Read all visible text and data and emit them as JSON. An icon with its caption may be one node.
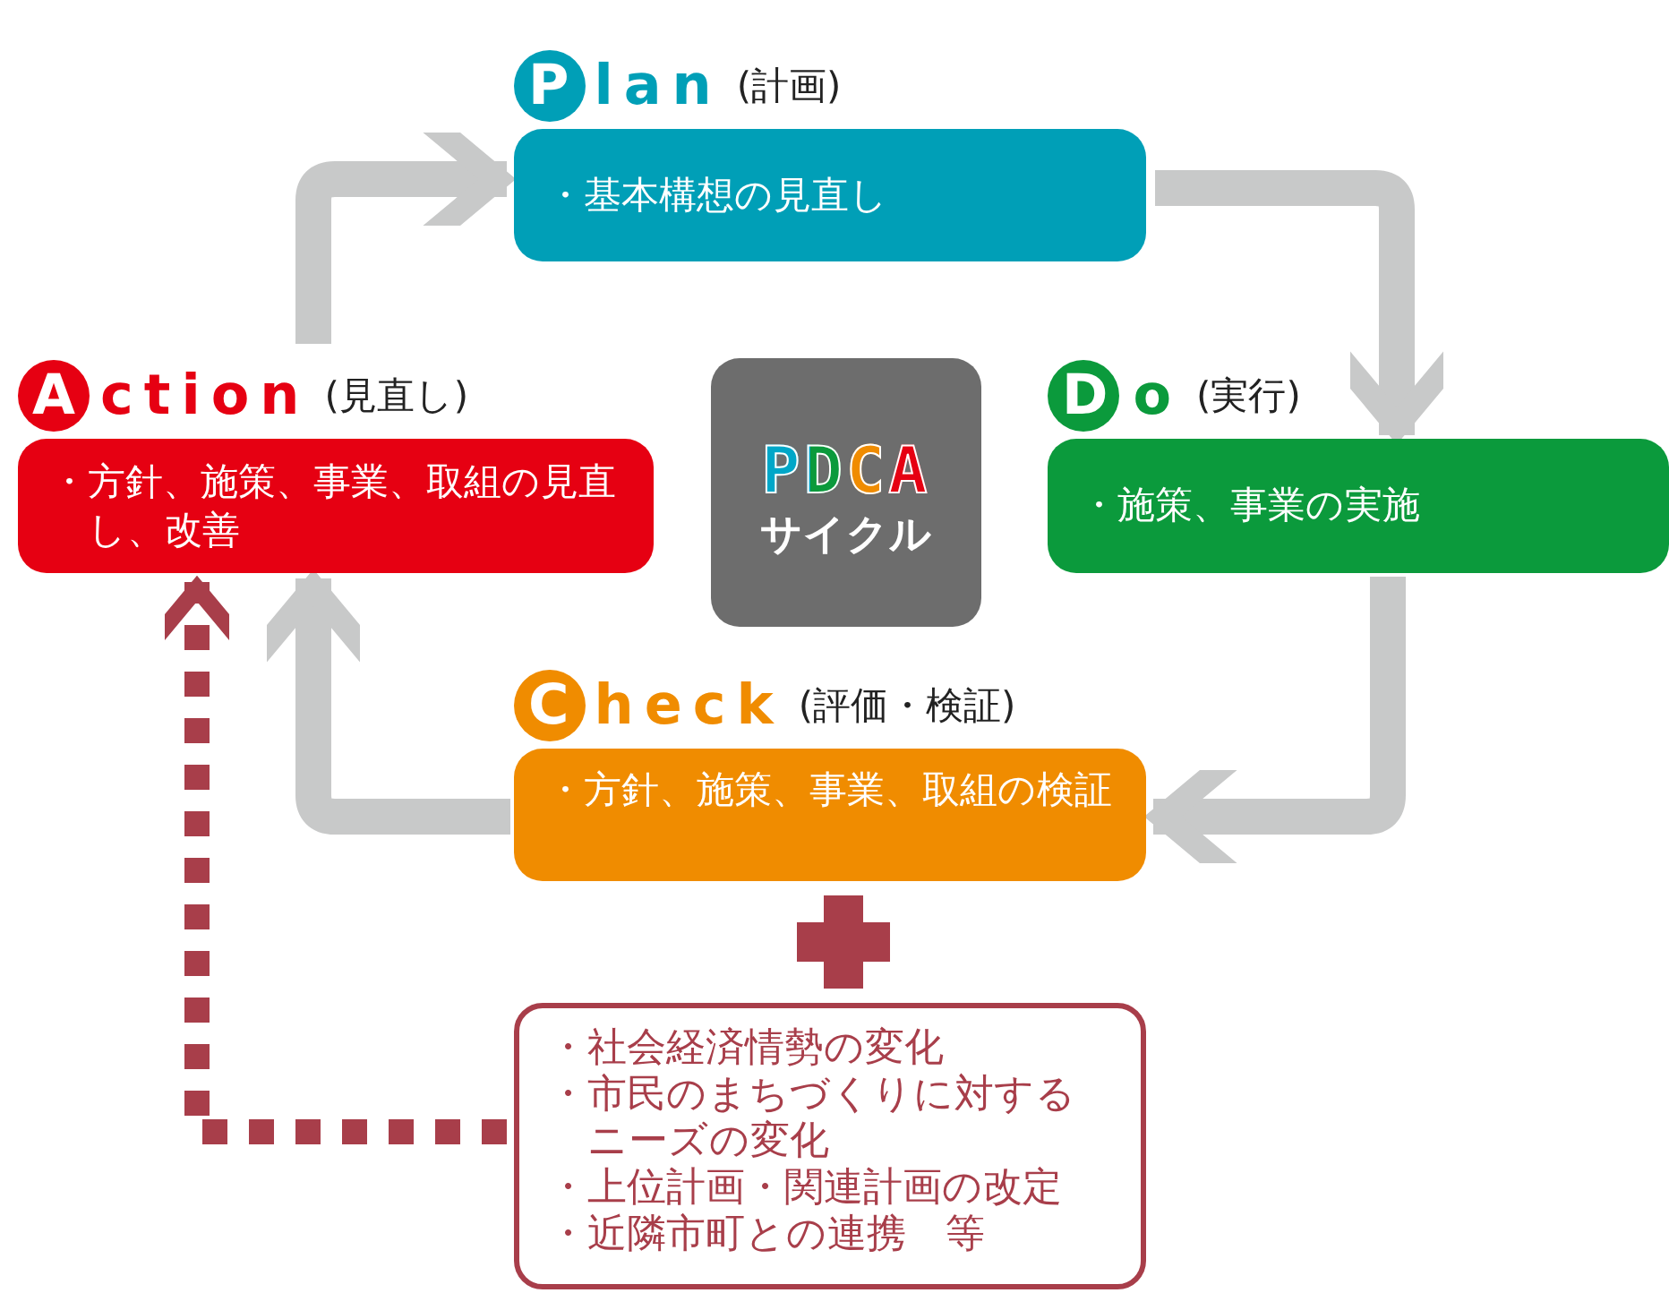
{
  "diagram": {
    "nodes": [
      {
        "text": [
          "Plan",
          "(計画)",
          "・基本構想の見直し"
        ]
      },
      {
        "text": [
          "Do",
          "(実行)",
          "・施策、事業の実施"
        ]
      },
      {
        "text": [
          "Check",
          "(評価・検証)",
          "・方針、施策、事業、取組の検証"
        ]
      },
      {
        "text": [
          "Action",
          "(見直し)",
          "・方針、施策、事業、取組の見直し、改善"
        ]
      },
      {
        "text": [
          "PDCA",
          "サイクル"
        ]
      },
      {
        "text": [
          "・社会経済情勢の変化",
          "・市民のまちづくりに対するニーズの変化",
          "・上位計画・関連計画の改定",
          "・近隣市町との連携　等"
        ]
      }
    ],
    "edges": [
      {
        "from": 3,
        "to": 0,
        "arrow": "to"
      },
      {
        "from": 0,
        "to": 1,
        "arrow": "to"
      },
      {
        "from": 1,
        "to": 2,
        "arrow": "to"
      },
      {
        "from": 2,
        "to": 3,
        "arrow": "to"
      },
      {
        "from": 5,
        "to": 3,
        "arrow": "to",
        "style": "dashed",
        "color": "#a83e4a"
      }
    ]
  }
}
